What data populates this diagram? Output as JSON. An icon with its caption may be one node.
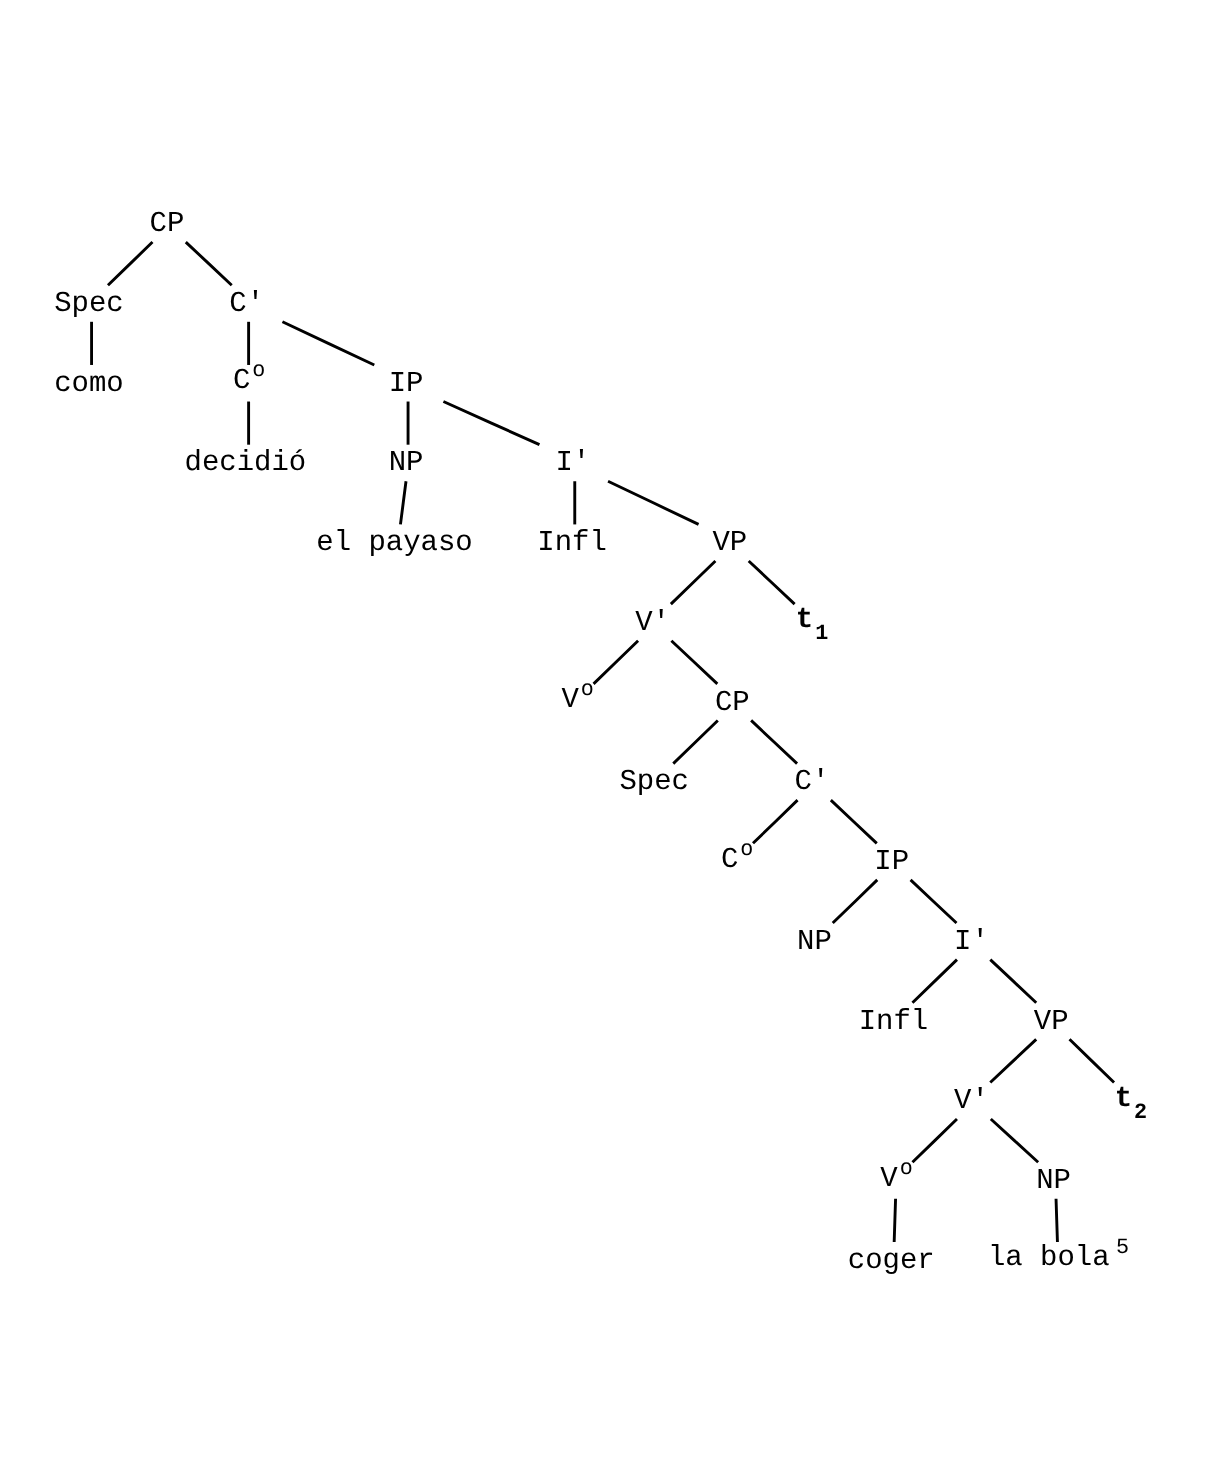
{
  "diagram": {
    "nodes": [
      {
        "text": [
          "CP"
        ]
      },
      {
        "text": [
          "Spec"
        ]
      },
      {
        "text": [
          "C'"
        ]
      },
      {
        "text": [
          "como"
        ]
      },
      {
        "text": [
          "C$^{o}$"
        ]
      },
      {
        "text": [
          "IP"
        ]
      },
      {
        "text": [
          "decidió"
        ]
      },
      {
        "text": [
          "NP"
        ]
      },
      {
        "text": [
          "I'"
        ]
      },
      {
        "text": [
          "el payaso"
        ]
      },
      {
        "text": [
          "Infl"
        ]
      },
      {
        "text": [
          "VP"
        ]
      },
      {
        "text": [
          "V'"
        ]
      },
      {
        "text": [
          "t$_{1}$"
        ]
      },
      {
        "text": [
          "V$^{o}$"
        ]
      },
      {
        "text": [
          "CP"
        ]
      },
      {
        "text": [
          "Spec"
        ]
      },
      {
        "text": [
          "C'"
        ]
      },
      {
        "text": [
          "C$^{o}$"
        ]
      },
      {
        "text": [
          "IP"
        ]
      },
      {
        "text": [
          "NP"
        ]
      },
      {
        "text": [
          "I'"
        ]
      },
      {
        "text": [
          "Infl"
        ]
      },
      {
        "text": [
          "VP"
        ]
      },
      {
        "text": [
          "V'"
        ]
      },
      {
        "text": [
          "t$_{2}$"
        ]
      },
      {
        "text": [
          "V$^{o}$"
        ]
      },
      {
        "text": [
          "NP"
        ]
      },
      {
        "text": [
          "coger"
        ]
      },
      {
        "text": [
          "la bola$^{5}$"
        ]
      }
    ],
    "edges": [
      {
        "from": 0,
        "to": 1,
        "arrow": "none"
      },
      {
        "from": 0,
        "to": 2,
        "arrow": "none"
      },
      {
        "from": 1,
        "to": 3,
        "arrow": "none"
      },
      {
        "from": 2,
        "to": 4,
        "arrow": "none"
      },
      {
        "from": 2,
        "to": 5,
        "arrow": "none"
      },
      {
        "from": 4,
        "to": 6,
        "arrow": "none"
      },
      {
        "from": 5,
        "to": 7,
        "arrow": "none"
      },
      {
        "from": 5,
        "to": 8,
        "arrow": "none"
      },
      {
        "from": 7,
        "to": 9,
        "arrow": "none"
      },
      {
        "from": 8,
        "to": 10,
        "arrow": "none"
      },
      {
        "from": 8,
        "to": 11,
        "arrow": "none"
      },
      {
        "from": 11,
        "to": 12,
        "arrow": "none"
      },
      {
        "from": 11,
        "to": 13,
        "arrow": "none"
      },
      {
        "from": 12,
        "to": 14,
        "arrow": "none"
      },
      {
        "from": 12,
        "to": 15,
        "arrow": "none"
      },
      {
        "from": 15,
        "to": 16,
        "arrow": "none"
      },
      {
        "from": 15,
        "to": 17,
        "arrow": "none"
      },
      {
        "from": 17,
        "to": 18,
        "arrow": "none"
      },
      {
        "from": 17,
        "to": 19,
        "arrow": "none"
      },
      {
        "from": 19,
        "to": 20,
        "arrow": "none"
      },
      {
        "from": 19,
        "to": 21,
        "arrow": "none"
      },
      {
        "from": 21,
        "to": 22,
        "arrow": "none"
      },
      {
        "from": 21,
        "to": 23,
        "arrow": "none"
      },
      {
        "from": 23,
        "to": 24,
        "arrow": "none"
      },
      {
        "from": 23,
        "to": 25,
        "arrow": "none"
      },
      {
        "from": 24,
        "to": 26,
        "arrow": "none"
      },
      {
        "from": 24,
        "to": 27,
        "arrow": "none"
      },
      {
        "from": 26,
        "to": 28,
        "arrow": "none"
      },
      {
        "from": 27,
        "to": 29,
        "arrow": "none"
      }
    ]
  }
}
